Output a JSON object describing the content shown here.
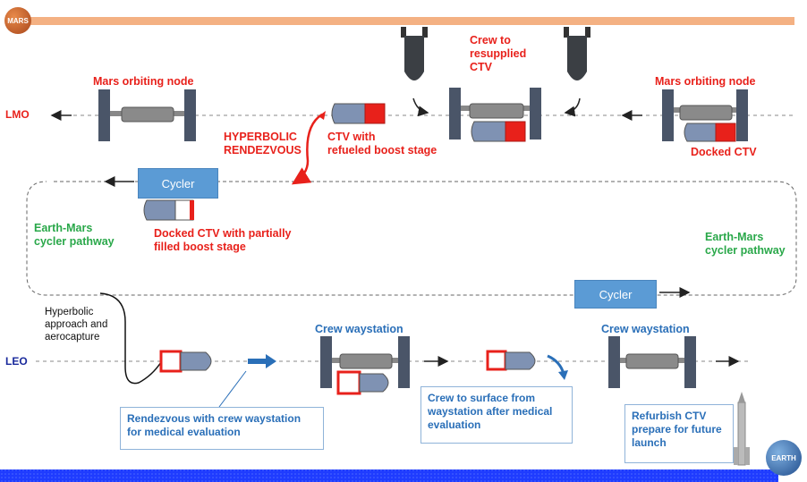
{
  "planets": {
    "mars": "MARS",
    "earth": "EARTH"
  },
  "orbits": {
    "lmo": "LMO",
    "leo": "LEO"
  },
  "labels": {
    "mars_node_left": "Mars orbiting node",
    "mars_node_right": "Mars orbiting node",
    "crew_resupplied": "Crew to\nresupplied\nCTV",
    "hyperbolic_rendezvous": "HYPERBOLIC\nRENDEZVOUS",
    "ctv_refueled": "CTV with\nrefueled boost stage",
    "docked_ctv": "Docked CTV",
    "docked_ctv_partial": "Docked CTV with partially\nfilled boost stage",
    "pathway_left": "Earth-Mars\ncycler pathway",
    "pathway_right": "Earth-Mars\ncycler pathway",
    "hyperbolic_approach": "Hyperbolic\napproach and\naerocapture",
    "crew_waystation_mid": "Crew waystation",
    "crew_waystation_right": "Crew waystation"
  },
  "cyclers": {
    "top": "Cycler",
    "bottom": "Cycler"
  },
  "boxes": {
    "rendezvous": "Rendezvous with crew waystation\nfor medical evaluation",
    "surface": "Crew to surface from\nwaystation after medical\nevaluation",
    "refurbish": "Refurbish CTV\nprepare for future\nlaunch"
  },
  "colors": {
    "red": "#e8211b",
    "green": "#2aa84a",
    "blue": "#2a6fb8",
    "cycler": "#5b9bd5",
    "mars_band": "#f4b183",
    "earth_band": "#1f3cff",
    "structure": "#4a5568"
  }
}
